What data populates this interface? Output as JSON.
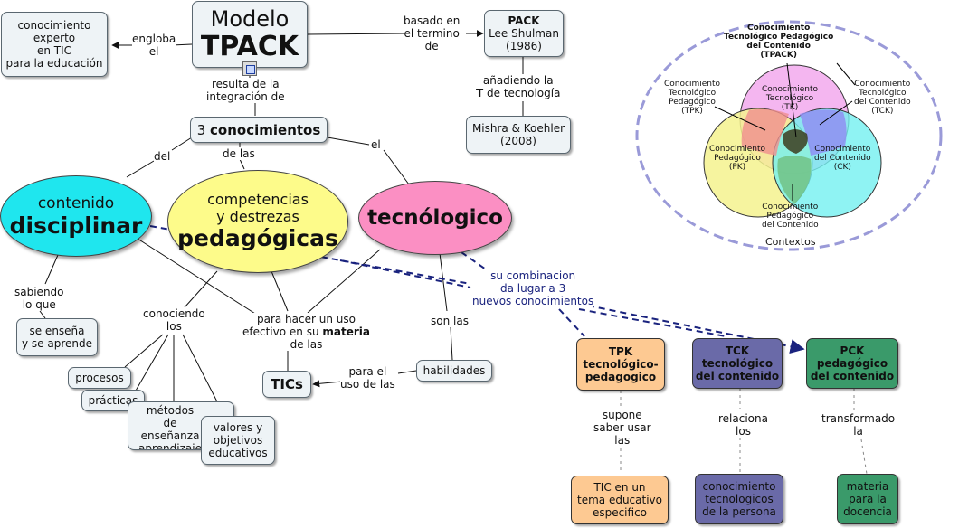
{
  "title": {
    "line1": "Modelo",
    "line2": "TPACK"
  },
  "nodes": {
    "experto": "conocimiento\nexperto\nen TIC\npara la educación",
    "pack_title": "PACK",
    "pack_rest": "Lee Shulman\n(1986)",
    "mishra": "Mishra & Koehler\n(2008)",
    "tres_a": "3 ",
    "tres_b": "conocimientos",
    "contenido_a": "contenido",
    "contenido_b": "disciplinar",
    "competencias_a": "competencias\ny destrezas",
    "competencias_b": "pedagógicas",
    "tecnologico": "tecnólogico",
    "se_ensena": "se enseña\ny se aprende",
    "procesos": "procesos",
    "practicas": "prácticas",
    "metodos": "métodos\nde enseñanza\naprendizaje",
    "valores": "valores y\nobjetivos\neducativos",
    "tics": "TICs",
    "habilidades": "habilidades",
    "tpk": "TPK\ntecnológico-\npedagogico",
    "tck": "TCK\ntecnológico\ndel contenido",
    "pck": "PCK\npedagógico\ndel contenido",
    "tic_tema": "TIC en un\ntema educativo\nespecifico",
    "conoc_tec": "conocimiento\ntecnologicos\nde la persona",
    "materia": "materia\npara la\ndocencia"
  },
  "links": {
    "engloba": "engloba\nel",
    "basado": "basado en\nel termino\nde",
    "anadiendo_a": "añadiendo la",
    "anadiendo_b": "T",
    "anadiendo_c": " de tecnología",
    "resulta": "resulta de la\nintegración de",
    "del": "del",
    "de_las": "de las",
    "el": "el",
    "sabiendo": "sabiendo\nlo que",
    "conociendo": "conociendo\nlos",
    "para_hacer_a": "para hacer un uso\nefectivo en su ",
    "para_hacer_b": "materia",
    "para_hacer_c": "\nde las",
    "son_las": "son las",
    "para_el": "para el\nuso de las",
    "combinacion": "su combinacion\nda lugar a 3\nnuevos conocimientos",
    "supone": "supone\nsaber usar\nlas",
    "relaciona": "relaciona\nlos",
    "transformado": "transformado\nla"
  },
  "venn": {
    "tpack": "Conocimiento\nTecnológico Pedagógico\ndel Contenido\n(TPACK)",
    "tpk": "Conocimiento\nTecnológico\nPedagógico\n(TPK)",
    "tck": "Conocimiento\nTecnológico\ndel Contenido\n(TCK)",
    "tk": "Conocimiento\nTecnológico\n(TK)",
    "pk": "Conocimiento\nPedagógico\n(PK)",
    "ck": "Conocimiento\ndel Contenido\n(CK)",
    "pck": "Conocimiento\nPedagógico\ndel Contenido",
    "contextos": "Contextos"
  },
  "colors": {
    "disciplinar": "#1fe6ee",
    "pedagogicas": "#fdfb8a",
    "tecnologico": "#fb8fc3",
    "tpk": "#fdc992",
    "tck": "#6a6aa8",
    "pck": "#3a9a6a",
    "box": "#eef3f6"
  }
}
